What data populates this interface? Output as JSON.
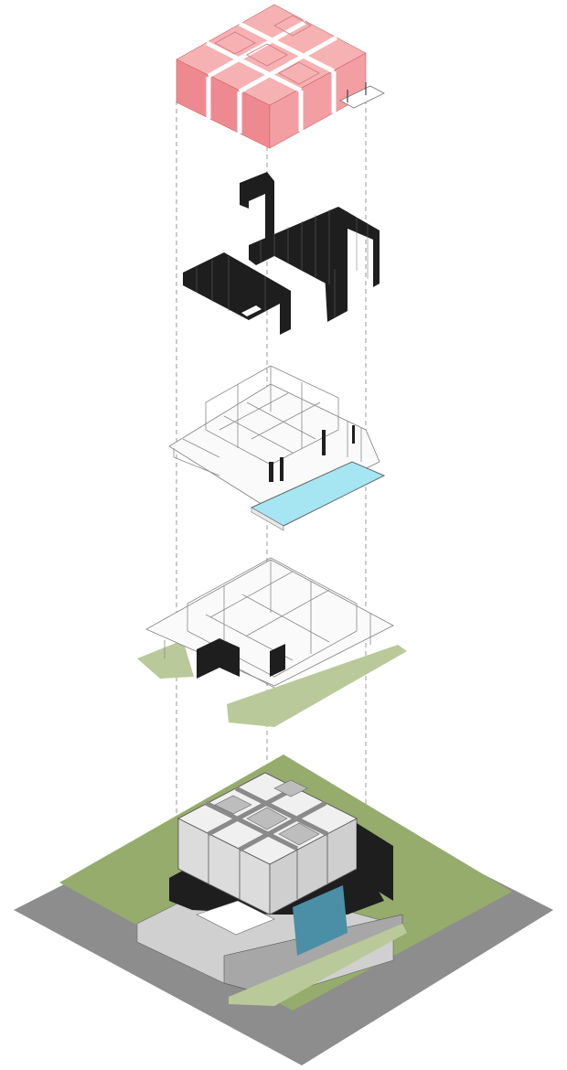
{
  "diagram": {
    "type": "exploded-axonometric",
    "colors": {
      "background": "#ffffff",
      "roof_top": "#f6b1b3",
      "roof_left": "#ee8a8f",
      "roof_right": "#f39ea2",
      "screen": "#1e1e1e",
      "pool": "#a6e6f2",
      "lawn": "#95ac6c",
      "lawn_light": "#b9c99a",
      "road": "#8d8d8d",
      "building": "#e9e9e9",
      "guide_line": "#9a9a9a"
    },
    "layers": [
      "roof",
      "facade-screens",
      "upper-floor",
      "ground-floor",
      "site-assembled"
    ]
  }
}
